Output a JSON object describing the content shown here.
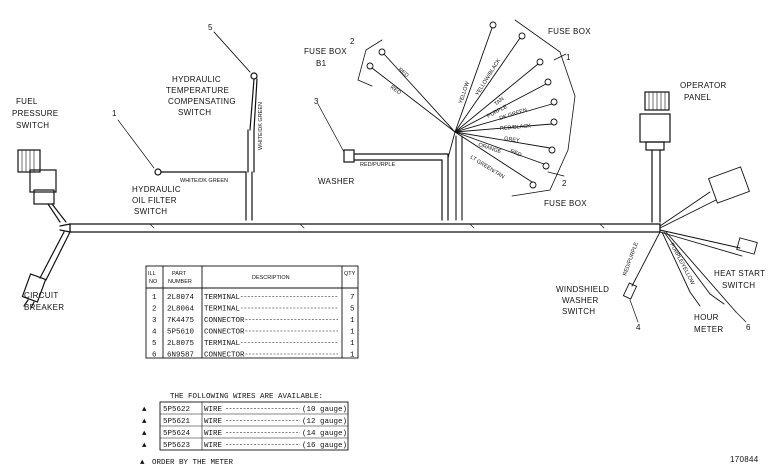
{
  "figure_number": "170844",
  "labels": {
    "fuel_pressure_switch": [
      "FUEL",
      "PRESSURE",
      "SWITCH"
    ],
    "hydraulic_temp_switch": [
      "HYDRAULIC",
      "TEMPERATURE",
      "COMPENSATING",
      "SWITCH"
    ],
    "hydraulic_oil_filter_switch": [
      "HYDRAULIC",
      "OIL FILTER",
      "SWITCH"
    ],
    "circuit_breaker": [
      "CIRCUIT",
      "BREAKER"
    ],
    "fuse_box_b": [
      "FUSE BOX",
      "B1"
    ],
    "fuse_box_top": "FUSE BOX",
    "fuse_box_bottom": "FUSE BOX",
    "operator_panel": [
      "OPERATOR",
      "PANEL"
    ],
    "washer": "WASHER",
    "heat_start_switch": [
      "HEAT START",
      "SWITCH"
    ],
    "windshield_washer_switch": [
      "WINDSHIELD",
      "WASHER",
      "SWITCH"
    ],
    "hour_meter": [
      "HOUR",
      "METER"
    ]
  },
  "callouts": [
    "1",
    "2",
    "3",
    "4",
    "5",
    "6"
  ],
  "wire_labels": {
    "white_dk_green_top": "WHITE/DK GREEN",
    "white_dk_green_side": "WHITE/DK GREEN",
    "red_purple": "RED/PURPLE",
    "red_1": "RED",
    "red_2": "RED",
    "yellow": "YELLOW",
    "yellow_black": "YELLOW/BLACK",
    "tan": "TAN",
    "purple": "PURPLE",
    "dk_green": "DK GREEN",
    "red_black": "RED/BLACK",
    "grey": "GREY",
    "orange": "ORANGE",
    "red_3": "RED",
    "lt_green_tan": "LT GREEN/TAN",
    "red_purple_2": "RED/PURPLE",
    "purple_yellow": "PURPLE/YELLOW"
  },
  "parts_table": {
    "headers": {
      "ill_no": [
        "ILL",
        "NO"
      ],
      "part_number": [
        "PART",
        "NUMBER"
      ],
      "description": "DESCRIPTION",
      "qty": "QTY"
    },
    "rows": [
      {
        "ill": "1",
        "part": "2L8074",
        "desc": "TERMINAL",
        "qty": "7"
      },
      {
        "ill": "2",
        "part": "2L8064",
        "desc": "TERMINAL",
        "qty": "5"
      },
      {
        "ill": "3",
        "part": "7K4475",
        "desc": "CONNECTOR",
        "qty": "1"
      },
      {
        "ill": "4",
        "part": "5P5610",
        "desc": "CONNECTOR",
        "qty": "1"
      },
      {
        "ill": "5",
        "part": "2L8075",
        "desc": "TERMINAL",
        "qty": "1"
      },
      {
        "ill": "6",
        "part": "6N9587",
        "desc": "CONNECTOR",
        "qty": "1"
      }
    ],
    "wires_heading": "THE FOLLOWING WIRES ARE AVAILABLE:",
    "wires": [
      {
        "mark": "▲",
        "part": "5P5622",
        "desc": "WIRE",
        "gauge": "10 gauge"
      },
      {
        "mark": "▲",
        "part": "5P5621",
        "desc": "WIRE",
        "gauge": "12 gauge"
      },
      {
        "mark": "▲",
        "part": "5P5624",
        "desc": "WIRE",
        "gauge": "14 gauge"
      },
      {
        "mark": "▲",
        "part": "5P5623",
        "desc": "WIRE",
        "gauge": "16 gauge"
      }
    ],
    "footnote_mark": "▲",
    "footnote": "ORDER BY THE METER"
  }
}
